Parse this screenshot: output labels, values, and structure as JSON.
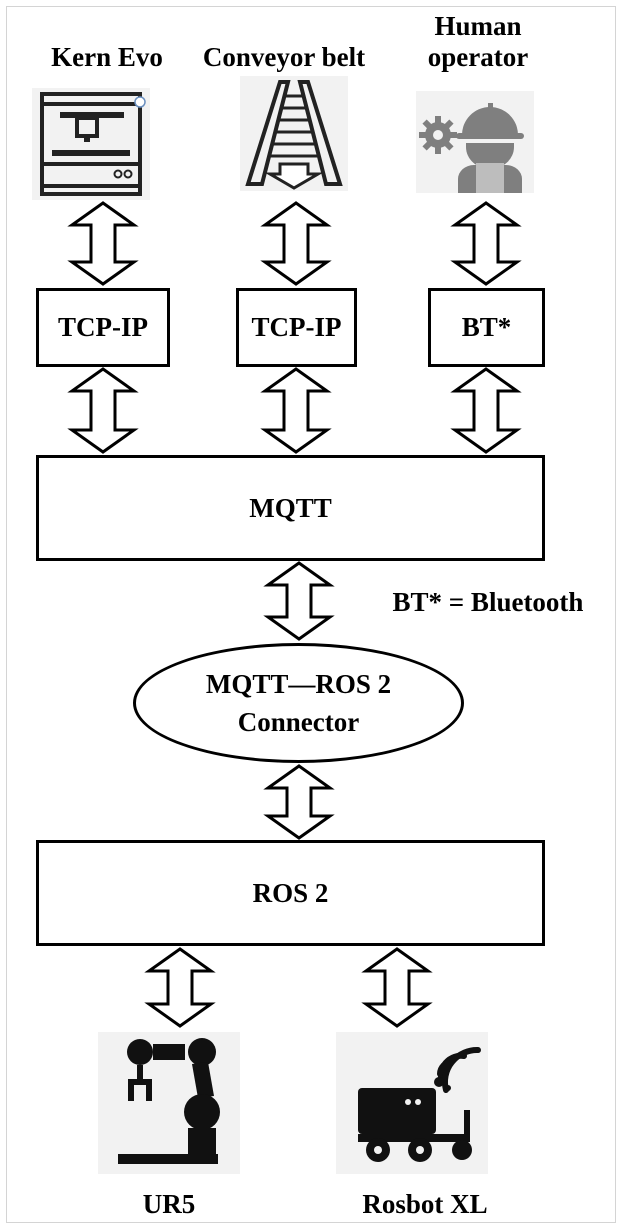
{
  "devices_top": [
    {
      "name": "Kern Evo",
      "icon": "3d-printer-icon"
    },
    {
      "name": "Conveyor belt",
      "icon": "conveyor-belt-icon"
    },
    {
      "name": "Human operator",
      "name_lines": [
        "Human",
        "operator"
      ],
      "icon": "worker-gear-icon"
    }
  ],
  "protocols": [
    "TCP-IP",
    "TCP-IP",
    "BT*"
  ],
  "mqtt_label": "MQTT",
  "footnote": "BT* = Bluetooth",
  "connector": {
    "line1": "MQTT—ROS 2",
    "line2": "Connector"
  },
  "ros_label": "ROS 2",
  "devices_bottom": [
    {
      "name": "UR5",
      "icon": "robot-arm-icon"
    },
    {
      "name": "Rosbot XL",
      "icon": "mobile-robot-wifi-icon"
    }
  ]
}
